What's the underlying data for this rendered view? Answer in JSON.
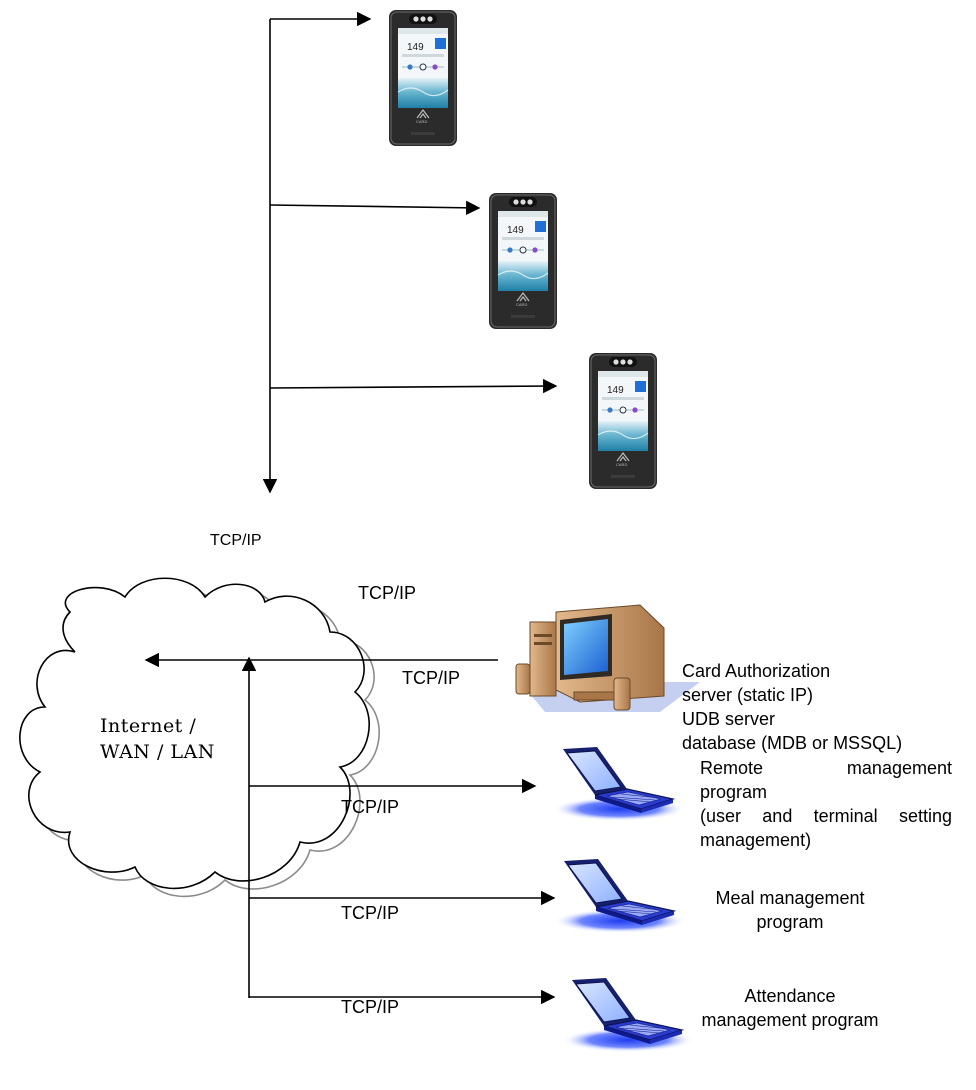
{
  "diagram": {
    "terminal_screen_value": "149",
    "terminal_brand": "CARD",
    "cloud_label": [
      "Internet /",
      "WAN / LAN"
    ],
    "tcpip_labels": {
      "top": "TCP/IP",
      "cloud_upper": "TCP/IP",
      "server_link": "TCP/IP",
      "remote_link": "TCP/IP",
      "meal_link": "TCP/IP",
      "attendance_link": "TCP/IP"
    },
    "server_description": [
      "Card Authorization",
      "server (static IP)",
      "UDB server",
      "database (MDB or MSSQL)"
    ],
    "remote_program": {
      "line1_left": "Remote",
      "line1_right": "management",
      "line2": "program",
      "line3_words": [
        "(user",
        "and",
        "terminal",
        "setting"
      ],
      "line4": "management)"
    },
    "meal_program": [
      "Meal management",
      "program"
    ],
    "attendance_program": [
      "Attendance",
      "management program"
    ]
  },
  "colors": {
    "line": "#000000",
    "cloud_shadow": "#8c8c8c",
    "device_body": "#2b2b2b",
    "laptop_blue": "#2a3bd1",
    "monitor_beige": "#c89a6c",
    "screen_blue": "#2a7ad8"
  }
}
